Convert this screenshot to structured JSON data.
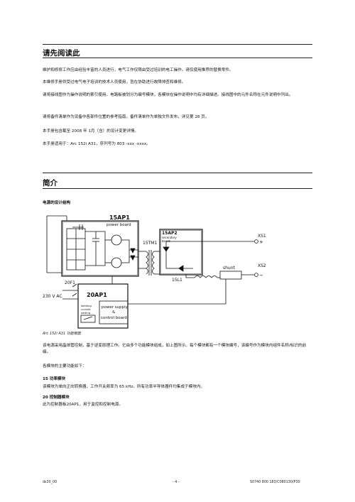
{
  "section1": {
    "heading": "请先阅读此",
    "paragraphs": [
      "维护和修修工作应由经验丰富的人员进行，电气工作仅限由受过培训的电工操作。请仅使用推荐的替换零件。",
      "本维修手册供受过电气电子培训的技术人员使用，旨在协助进行故障排查和维修。",
      "请将接线图作为操作说明的索引使用。电路板被划分为编号模块，各模块在操作说明中均有详细描述。接线图中的元件名称在元件说明中列出。",
      "请将备件清单作为设备中各部件位置的参考指南。备件清单作为单独文件发布，详见第 28 页。",
      "本手册包含截至 2008 年 1月（含）的设计变更详情。",
      "本手册适用于：Arc 152i A31，序列号为 803 -xxx -xxxx。"
    ]
  },
  "section2": {
    "heading": "简介",
    "subheading": "电源的设计结构",
    "figure_caption": "Arc 152i A31 功能框图",
    "para1": "该电源采用晶体管控制，基于逆变原理工作。它由多个功能模块组成，如上图所示。每个模块都有一个模块编号，该编号作为模块内组件名称/标识的前缀。",
    "para2": "各模块的主要功能如下：",
    "module1_title": "15 功率模块",
    "module1_text": "该模块为单向正向转换器，工作开关频率为 65 kHz。所有功率半导体器件均集成于模块内。",
    "module2_title": "20 控制器模块",
    "module2_text": "此为控制器板20AP1，用于监控和控制电源。"
  },
  "diagram": {
    "power_board_id": "15AP1",
    "power_board_label": "power board",
    "secondary_id": "15AP2",
    "secondary_label_1": "secondary",
    "secondary_label_2": "board",
    "transformer": "15TM1",
    "inductor": "15L1",
    "shunt": "shunt",
    "xs1": "XS1",
    "xs1_sign": "+",
    "xs2": "XS2",
    "xs2_sign": "−",
    "switch": "20F1",
    "mains": "230 V AC",
    "controller": "20AP1",
    "psu_1": "power supply",
    "psu_2": "&",
    "psu_3": "control board",
    "wc_1": "welding",
    "wc_2": "current",
    "wc_3": "setting"
  },
  "footer": {
    "left": "ds30_00",
    "center": "- 4 -",
    "right": "S0740 800 183/C080130/P30"
  }
}
